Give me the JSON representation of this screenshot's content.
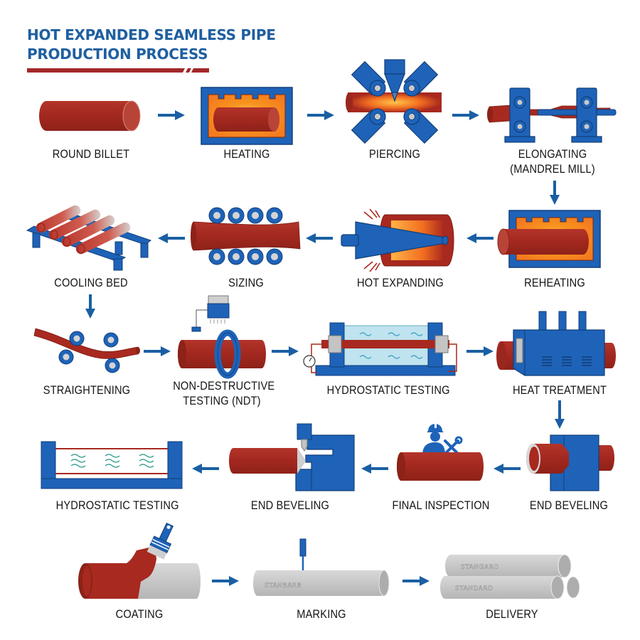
{
  "title": {
    "line1": "HOT EXPANDED SEAMLESS PIPE",
    "line2": "PRODUCTION PROCESS"
  },
  "colors": {
    "title_blue": "#1f5fa0",
    "accent_red": "#a3282a",
    "equipment_blue": "#1e63b8",
    "arrow_blue": "#1a5fa3",
    "pipe_red": "#a8291f",
    "heat_orange": "#f7941d",
    "coated_gray": "#c9c9c9"
  },
  "steps": [
    {
      "id": 1,
      "label": "ROUND BILLET",
      "icon": "billet-icon"
    },
    {
      "id": 2,
      "label": "HEATING",
      "icon": "furnace-icon"
    },
    {
      "id": 3,
      "label": "PIERCING",
      "icon": "piercing-mill-icon"
    },
    {
      "id": 4,
      "label": "ELONGATING",
      "label2": "(MANDREL MILL)",
      "icon": "mandrel-mill-icon"
    },
    {
      "id": 5,
      "label": "REHEATING",
      "icon": "reheating-furnace-icon"
    },
    {
      "id": 6,
      "label": "HOT EXPANDING",
      "icon": "expanding-cone-icon"
    },
    {
      "id": 7,
      "label": "SIZING",
      "icon": "sizing-rollers-icon"
    },
    {
      "id": 8,
      "label": "COOLING BED",
      "icon": "cooling-bed-icon"
    },
    {
      "id": 9,
      "label": "STRAIGHTENING",
      "icon": "straightener-icon"
    },
    {
      "id": 10,
      "label": "NON-DESTRUCTIVE",
      "label2": "TESTING (NDT)",
      "icon": "ndt-ring-icon"
    },
    {
      "id": 11,
      "label": "HYDROSTATIC TESTING",
      "icon": "hydrotest-tank-icon"
    },
    {
      "id": 12,
      "label": "HEAT TREATMENT",
      "icon": "heat-treatment-furnace-icon"
    },
    {
      "id": 13,
      "label": "END BEVELING",
      "icon": "beveling-machine-icon"
    },
    {
      "id": 14,
      "label": "FINAL INSPECTION",
      "icon": "inspector-icon"
    },
    {
      "id": 15,
      "label": "END BEVELING",
      "icon": "beveling-cutter-icon"
    },
    {
      "id": 16,
      "label": "HYDROSTATIC TESTING",
      "icon": "water-bath-icon"
    },
    {
      "id": 17,
      "label": "COATING",
      "icon": "paint-brush-icon"
    },
    {
      "id": 18,
      "label": "MARKING",
      "icon": "marking-stylus-icon"
    },
    {
      "id": 19,
      "label": "DELIVERY",
      "icon": "pipe-stack-icon"
    }
  ],
  "pipe_markings": {
    "marking": "STANBARB",
    "delivery_top": "STANGARO",
    "delivery_bottom": "STANDARD"
  }
}
